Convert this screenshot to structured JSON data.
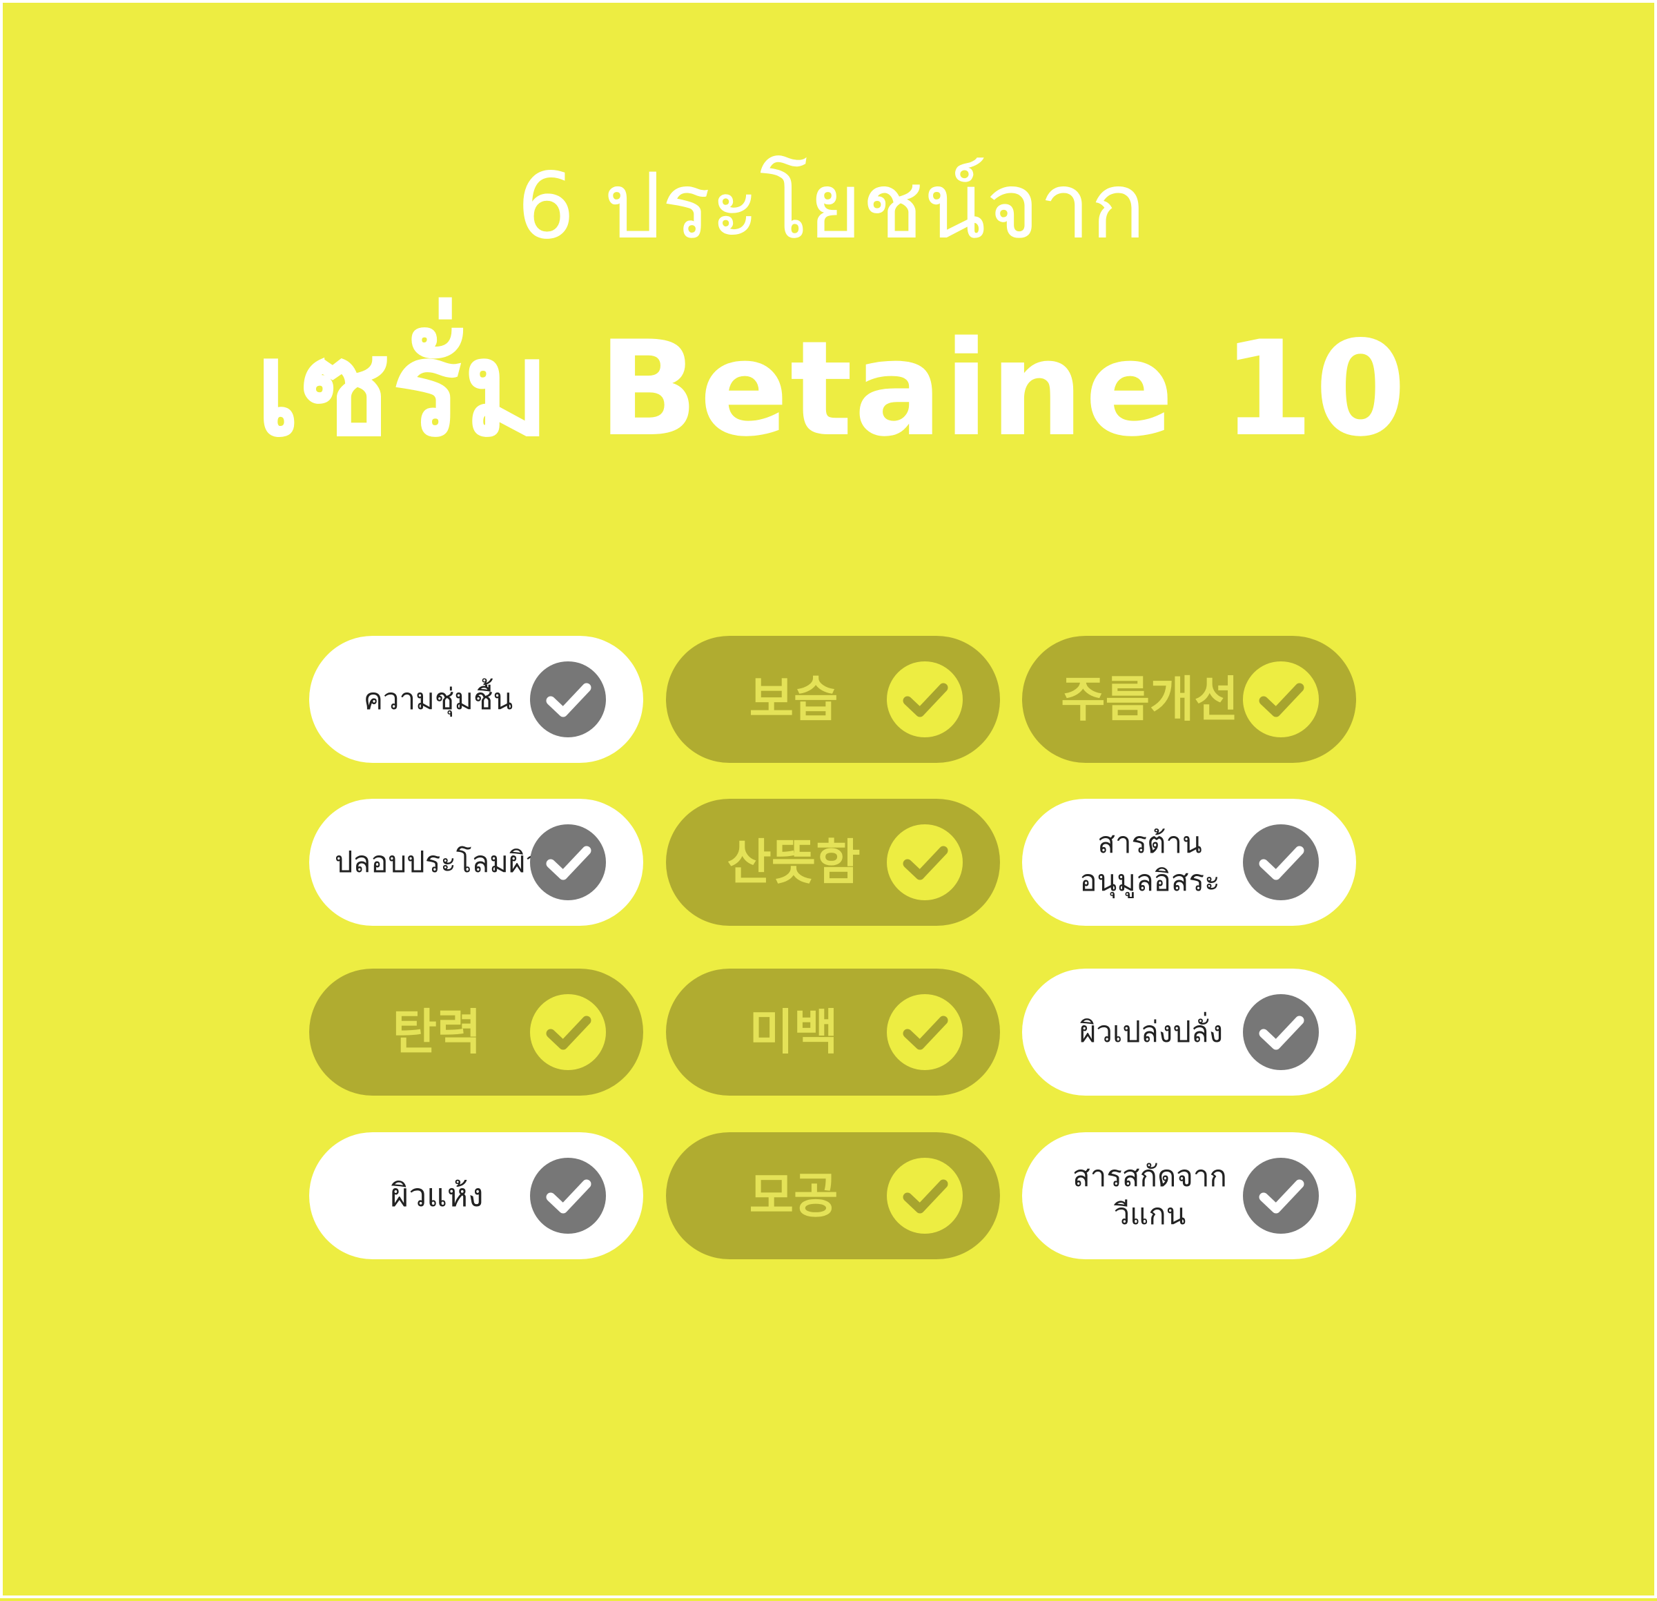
{
  "colors": {
    "background": "#eded42",
    "title": "#ffffff",
    "pill_white_bg": "#ffffff",
    "pill_white_text": "#222222",
    "pill_white_check": "#777777",
    "pill_olive_bg": "#b0ac30",
    "pill_olive_text": "#e4e258",
    "pill_olive_check": "#eded42",
    "check_mark_on_grey": "#ffffff",
    "check_mark_on_yellow": "#a7a42e"
  },
  "header": {
    "line1": "6 ประโยชน์จาก",
    "line2": "เซรั่ม Betaine 10"
  },
  "benefits": [
    {
      "label": "ความชุ่มชื้น",
      "style": "white",
      "icon": "check-circle-icon"
    },
    {
      "label": "보습",
      "style": "olive",
      "icon": "check-circle-icon"
    },
    {
      "label": "주름개선",
      "style": "olive",
      "icon": "check-circle-icon"
    },
    {
      "label": "ปลอบประโลมผิว",
      "style": "white",
      "icon": "check-circle-icon"
    },
    {
      "label": "산뜻함",
      "style": "olive",
      "icon": "check-circle-icon"
    },
    {
      "label": "สารต้าน\nอนุมูลอิสระ",
      "style": "white",
      "icon": "check-circle-icon"
    },
    {
      "label": "탄력",
      "style": "olive",
      "icon": "check-circle-icon"
    },
    {
      "label": "미백",
      "style": "olive",
      "icon": "check-circle-icon"
    },
    {
      "label": "ผิวเปล่งปลั่ง",
      "style": "white",
      "icon": "check-circle-icon"
    },
    {
      "label": "ผิวแห้ง",
      "style": "white",
      "icon": "check-circle-icon"
    },
    {
      "label": "모공",
      "style": "olive",
      "icon": "check-circle-icon"
    },
    {
      "label": "สารสกัดจาก\nวีแกน",
      "style": "white",
      "icon": "check-circle-icon"
    }
  ]
}
